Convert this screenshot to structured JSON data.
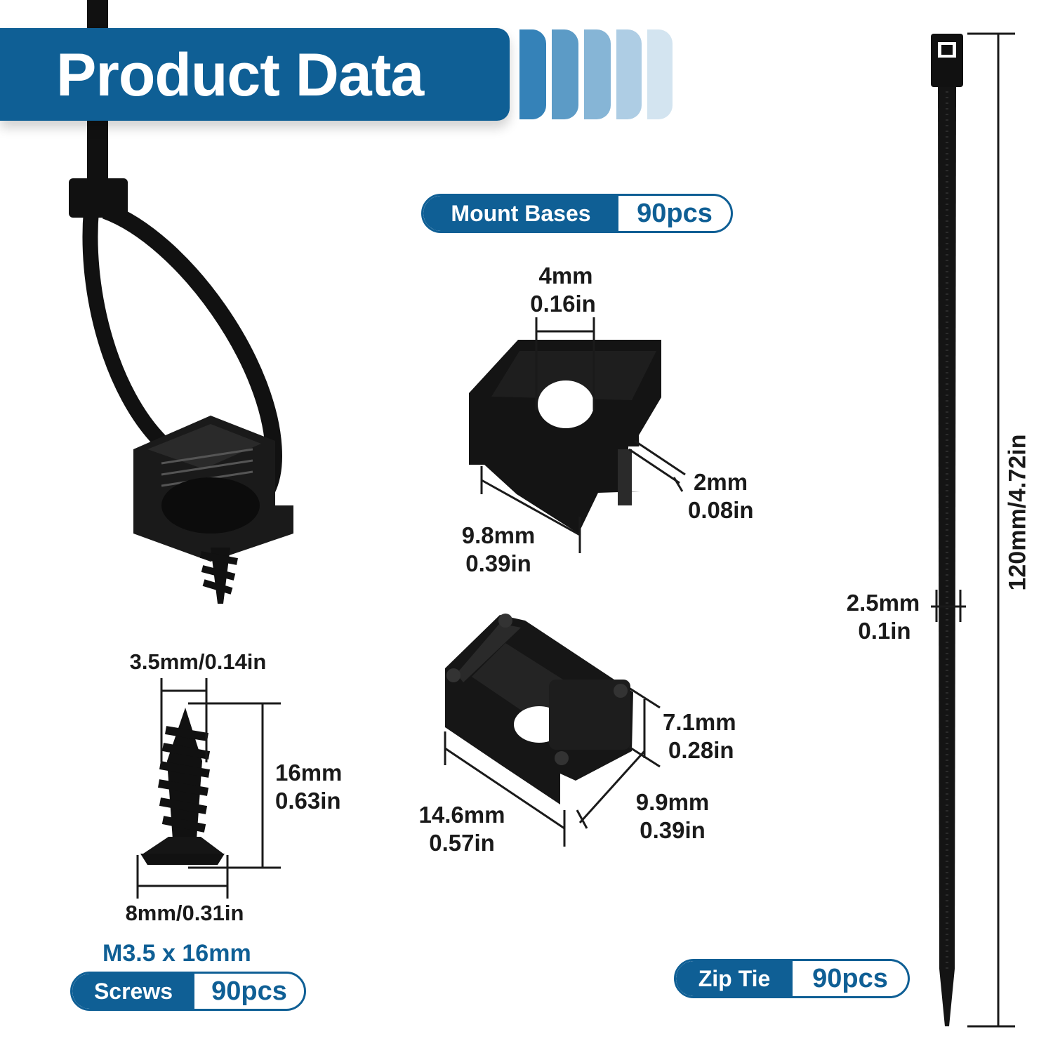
{
  "header": {
    "title": "Product Data"
  },
  "colors": {
    "brand_blue": "#0f5f95",
    "product_black": "#111111",
    "stripes": [
      "#3582b8",
      "#5c9bc6",
      "#86b5d6",
      "#aecde4",
      "#d3e4f0"
    ]
  },
  "mount_bases": {
    "label": "Mount Bases",
    "count": "90pcs"
  },
  "screws": {
    "spec": "M3.5 x 16mm",
    "label": "Screws",
    "count": "90pcs"
  },
  "zip_tie": {
    "label": "Zip Tie",
    "count": "90pcs"
  },
  "dimensions": {
    "hole_mm": "4mm",
    "hole_in": "0.16in",
    "slot_mm": "2mm",
    "slot_in": "0.08in",
    "base_width_mm": "9.8mm",
    "base_width_in": "0.39in",
    "height_mm": "7.1mm",
    "height_in": "0.28in",
    "length_mm": "14.6mm",
    "length_in": "0.57in",
    "depth_mm": "9.9mm",
    "depth_in": "0.39in",
    "screw_dia": "3.5mm/0.14in",
    "screw_len_mm": "16mm",
    "screw_len_in": "0.63in",
    "screw_head": "8mm/0.31in",
    "tie_width_mm": "2.5mm",
    "tie_width_in": "0.1in",
    "tie_length": "120mm/4.72in"
  }
}
